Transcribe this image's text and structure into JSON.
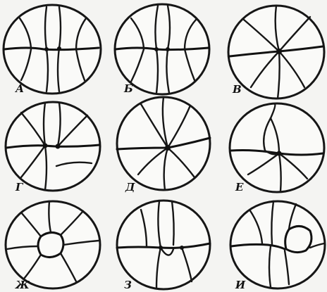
{
  "figure": {
    "panels": [
      {
        "id": "A",
        "label": "А"
      },
      {
        "id": "B",
        "label": "Б"
      },
      {
        "id": "V",
        "label": "В"
      },
      {
        "id": "G",
        "label": "Г"
      },
      {
        "id": "D",
        "label": "Д"
      },
      {
        "id": "E",
        "label": "Е"
      },
      {
        "id": "ZH",
        "label": "Ж"
      },
      {
        "id": "Z",
        "label": "З"
      },
      {
        "id": "I",
        "label": "И"
      }
    ]
  },
  "colors": {
    "line": "#161616",
    "background": "#f4f4f2"
  }
}
